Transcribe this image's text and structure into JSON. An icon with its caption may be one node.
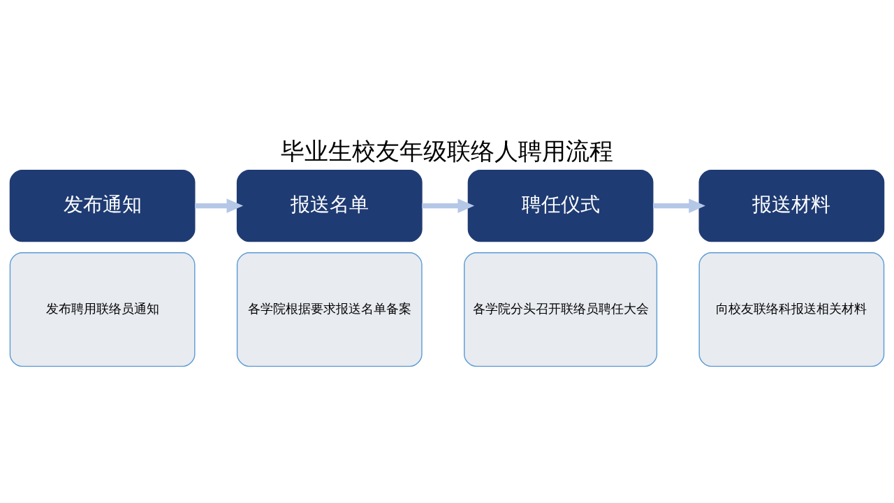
{
  "diagram": {
    "title": "毕业生校友年级联络人聘用流程",
    "nodes": [
      {
        "text": [
          "发布通知"
        ]
      },
      {
        "text": [
          "发布聘用联络员通知"
        ]
      },
      {
        "text": [
          "报送名单"
        ]
      },
      {
        "text": [
          "各学院根据要求报送名单备案"
        ]
      },
      {
        "text": [
          "聘任仪式"
        ]
      },
      {
        "text": [
          "各学院分头召开联络员聘任大会"
        ]
      },
      {
        "text": [
          "报送材料"
        ]
      },
      {
        "text": [
          "向校友联络科报送相关材料"
        ]
      }
    ],
    "edges": [
      {
        "from": 0,
        "to": 2,
        "arrow": "to"
      },
      {
        "from": 2,
        "to": 4,
        "arrow": "to"
      },
      {
        "from": 4,
        "to": 6,
        "arrow": "to"
      }
    ]
  }
}
